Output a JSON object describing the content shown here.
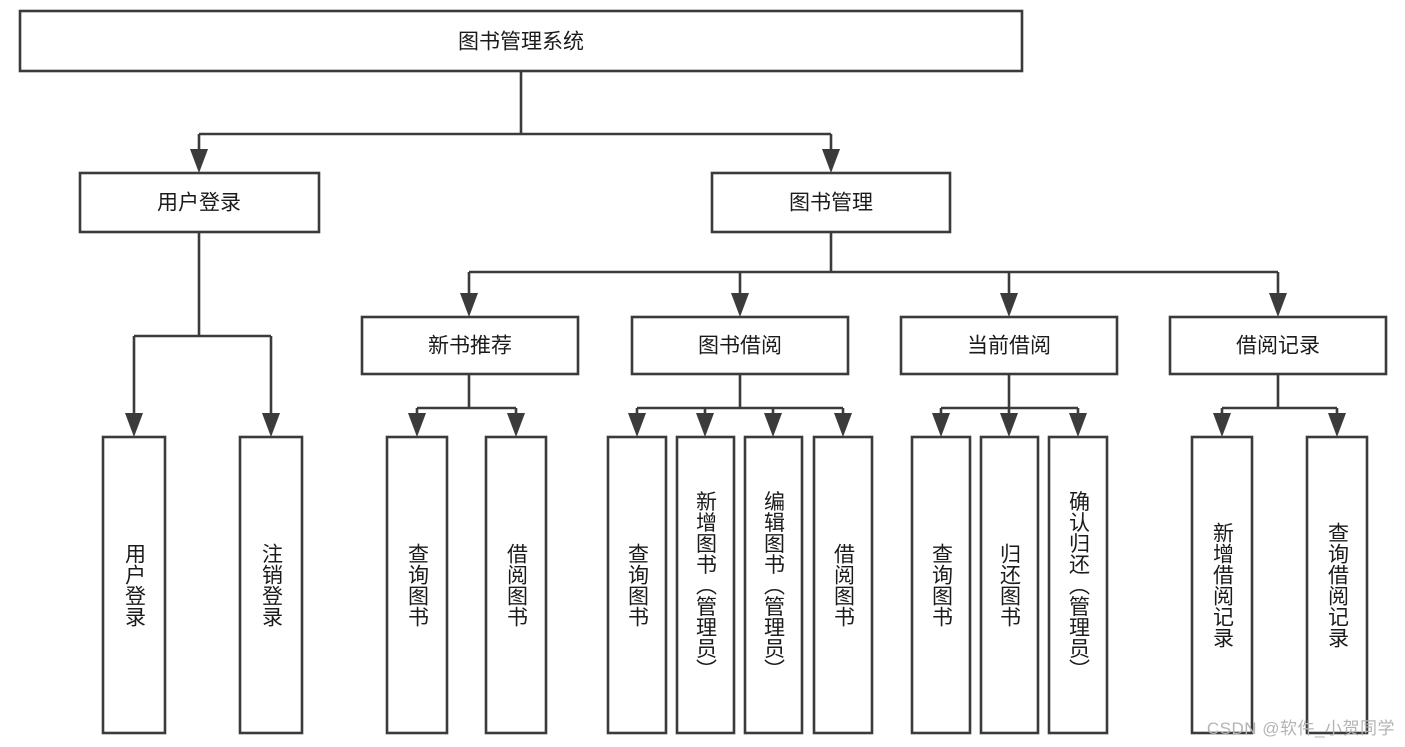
{
  "diagram": {
    "title": "图书管理系统",
    "type": "tree",
    "watermark": "CSDN @软件_小贺同学",
    "colors": {
      "background": "#ffffff",
      "stroke": "#3b3b3b",
      "node_fill": "#ffffff",
      "text": "#1b1b1b",
      "watermark": "#b4b4b4"
    },
    "levels": [
      {
        "level": 0,
        "nodes": [
          {
            "id": "root",
            "label": "图书管理系统",
            "orientation": "horizontal"
          }
        ]
      },
      {
        "level": 1,
        "nodes": [
          {
            "id": "user-login",
            "label": "用户登录",
            "orientation": "horizontal",
            "parent": "root"
          },
          {
            "id": "book-manage",
            "label": "图书管理",
            "orientation": "horizontal",
            "parent": "root"
          }
        ]
      },
      {
        "level": 2,
        "nodes": [
          {
            "id": "new-book-recommend",
            "label": "新书推荐",
            "orientation": "horizontal",
            "parent": "book-manage"
          },
          {
            "id": "book-borrow",
            "label": "图书借阅",
            "orientation": "horizontal",
            "parent": "book-manage"
          },
          {
            "id": "current-borrow",
            "label": "当前借阅",
            "orientation": "horizontal",
            "parent": "book-manage"
          },
          {
            "id": "borrow-record",
            "label": "借阅记录",
            "orientation": "horizontal",
            "parent": "book-manage"
          }
        ]
      },
      {
        "level": 3,
        "nodes": [
          {
            "id": "leaf-user-login",
            "label": "用户登录",
            "orientation": "vertical",
            "parent": "user-login"
          },
          {
            "id": "leaf-logout",
            "label": "注销登录",
            "orientation": "vertical",
            "parent": "user-login"
          },
          {
            "id": "leaf-query-book-1",
            "label": "查询图书",
            "orientation": "vertical",
            "parent": "new-book-recommend"
          },
          {
            "id": "leaf-borrow-book-1",
            "label": "借阅图书",
            "orientation": "vertical",
            "parent": "new-book-recommend"
          },
          {
            "id": "leaf-query-book-2",
            "label": "查询图书",
            "orientation": "vertical",
            "parent": "book-borrow"
          },
          {
            "id": "leaf-add-book",
            "label": "新增图书（管理员）",
            "orientation": "vertical",
            "parent": "book-borrow"
          },
          {
            "id": "leaf-edit-book",
            "label": "编辑图书（管理员）",
            "orientation": "vertical",
            "parent": "book-borrow"
          },
          {
            "id": "leaf-borrow-book-2",
            "label": "借阅图书",
            "orientation": "vertical",
            "parent": "book-borrow"
          },
          {
            "id": "leaf-query-book-3",
            "label": "查询图书",
            "orientation": "vertical",
            "parent": "current-borrow"
          },
          {
            "id": "leaf-return-book",
            "label": "归还图书",
            "orientation": "vertical",
            "parent": "current-borrow"
          },
          {
            "id": "leaf-confirm-return",
            "label": "确认归还（管理员）",
            "orientation": "vertical",
            "parent": "current-borrow"
          },
          {
            "id": "leaf-add-record",
            "label": "新增借阅记录",
            "orientation": "vertical",
            "parent": "borrow-record"
          },
          {
            "id": "leaf-query-record",
            "label": "查询借阅记录",
            "orientation": "vertical",
            "parent": "borrow-record"
          }
        ]
      }
    ]
  }
}
